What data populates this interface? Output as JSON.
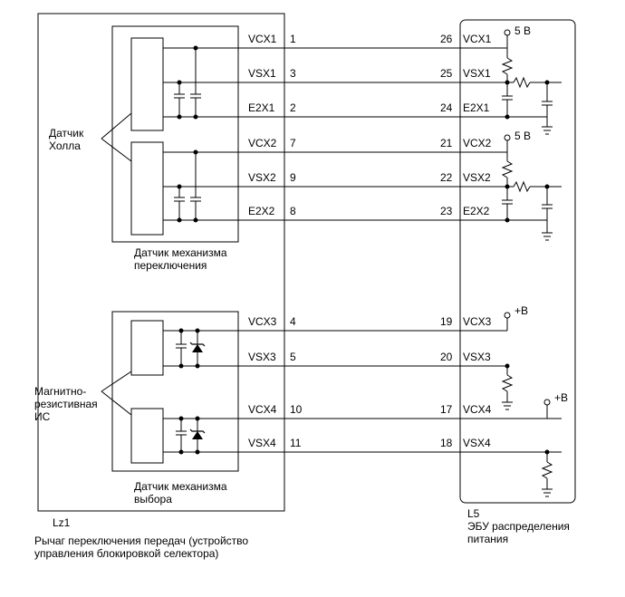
{
  "left_unit": {
    "connector": "Lz1",
    "description": "Рычаг переключения передач (устройство\nуправления блокировкой селектора)",
    "hall_sensor_label": "Датчик\nХолла",
    "shift_sensor_label": "Датчик механизма\nпереключения",
    "mr_ic_label": "Магнитно-\nрезистивная\nИС",
    "select_sensor_label": "Датчик механизма\nвыбора"
  },
  "right_unit": {
    "connector": "L5",
    "description": "ЭБУ распределения\nпитания"
  },
  "signals": [
    {
      "name": "VCX1",
      "left_pin": "1",
      "right_pin": "26"
    },
    {
      "name": "VSX1",
      "left_pin": "3",
      "right_pin": "25"
    },
    {
      "name": "E2X1",
      "left_pin": "2",
      "right_pin": "24"
    },
    {
      "name": "VCX2",
      "left_pin": "7",
      "right_pin": "21"
    },
    {
      "name": "VSX2",
      "left_pin": "9",
      "right_pin": "22"
    },
    {
      "name": "E2X2",
      "left_pin": "8",
      "right_pin": "23"
    },
    {
      "name": "VCX3",
      "left_pin": "4",
      "right_pin": "19"
    },
    {
      "name": "VSX3",
      "left_pin": "5",
      "right_pin": "20"
    },
    {
      "name": "VCX4",
      "left_pin": "10",
      "right_pin": "17"
    },
    {
      "name": "VSX4",
      "left_pin": "11",
      "right_pin": "18"
    }
  ],
  "supply": {
    "v5_a": "5 В",
    "v5_b": "5 В",
    "plus_b_a": "+B",
    "plus_b_b": "+B"
  }
}
